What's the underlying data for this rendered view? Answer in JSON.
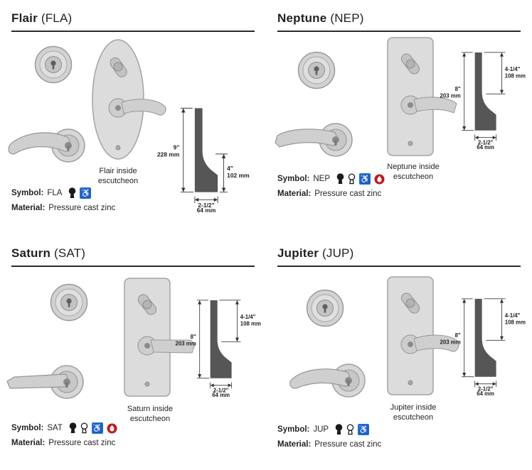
{
  "colors": {
    "text": "#231f20",
    "rule": "#2b2b2b",
    "ada_blue": "#1b75bc",
    "badge_red": "#c4161c",
    "metal_light": "#dcdcdc",
    "profile_dark": "#565656"
  },
  "products": [
    {
      "name": "Flair",
      "code_display": "(FLA)",
      "caption": "Flair inside escutcheon",
      "symbol_label": "Symbol:",
      "symbol_value": "FLA",
      "symbol_icons": [
        "knob-solid-icon",
        "ada-icon"
      ],
      "material_label": "Material:",
      "material_value": "Pressure cast zinc",
      "dims": {
        "height_in": "9\"",
        "height_mm": "228 mm",
        "side_in": "4\"",
        "side_mm": "102 mm",
        "width_in": "2-1/2\"",
        "width_mm": "64 mm"
      }
    },
    {
      "name": "Neptune",
      "code_display": "(NEP)",
      "caption": "Neptune inside escutcheon",
      "symbol_label": "Symbol:",
      "symbol_value": "NEP",
      "symbol_icons": [
        "knob-solid-icon",
        "knob-outline-icon",
        "ada-icon",
        "fire-rating-icon"
      ],
      "material_label": "Material:",
      "material_value": "Pressure cast zinc",
      "dims": {
        "height_in": "8\"",
        "height_mm": "203 mm",
        "side_in": "4-1/4\"",
        "side_mm": "108 mm",
        "width_in": "2-1/2\"",
        "width_mm": "64 mm"
      }
    },
    {
      "name": "Saturn",
      "code_display": "(SAT)",
      "caption": "Saturn inside escutcheon",
      "symbol_label": "Symbol:",
      "symbol_value": "SAT",
      "symbol_icons": [
        "knob-solid-icon",
        "knob-outline-icon",
        "ada-icon",
        "fire-rating-icon"
      ],
      "material_label": "Material:",
      "material_value": "Pressure cast zinc",
      "dims": {
        "height_in": "8\"",
        "height_mm": "203 mm",
        "side_in": "4-1/4\"",
        "side_mm": "108 mm",
        "width_in": "2-1/2\"",
        "width_mm": "64 mm"
      }
    },
    {
      "name": "Jupiter",
      "code_display": "(JUP)",
      "caption": "Jupiter inside escutcheon",
      "symbol_label": "Symbol:",
      "symbol_value": "JUP",
      "symbol_icons": [
        "knob-solid-icon",
        "knob-outline-icon",
        "ada-icon"
      ],
      "material_label": "Material:",
      "material_value": "Pressure cast zinc",
      "dims": {
        "height_in": "8\"",
        "height_mm": "203 mm",
        "side_in": "4-1/4\"",
        "side_mm": "108 mm",
        "width_in": "2-1/2\"",
        "width_mm": "64 mm"
      }
    }
  ]
}
